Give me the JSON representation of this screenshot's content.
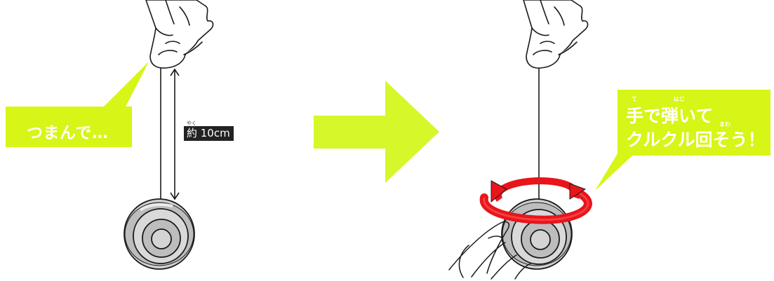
{
  "step1": {
    "caption": "つまんで…"
  },
  "measurement": {
    "label": "約 10cm",
    "ruby": "やく"
  },
  "step2": {
    "line1": "手で弾いて",
    "line2": "クルクル回そう！",
    "ruby_te": "て",
    "ruby_haji": "はじ",
    "ruby_mawa": "まわ"
  },
  "colors": {
    "accent_green": "#d7f516",
    "arrow_green": "#d6f72a",
    "spin_red": "#e8151b",
    "ink": "#1a1a1a",
    "label_bg": "#222222"
  },
  "icons": [
    "hand-pinch-icon",
    "yoyo-icon",
    "spin-arrow-icon",
    "next-step-arrow"
  ]
}
